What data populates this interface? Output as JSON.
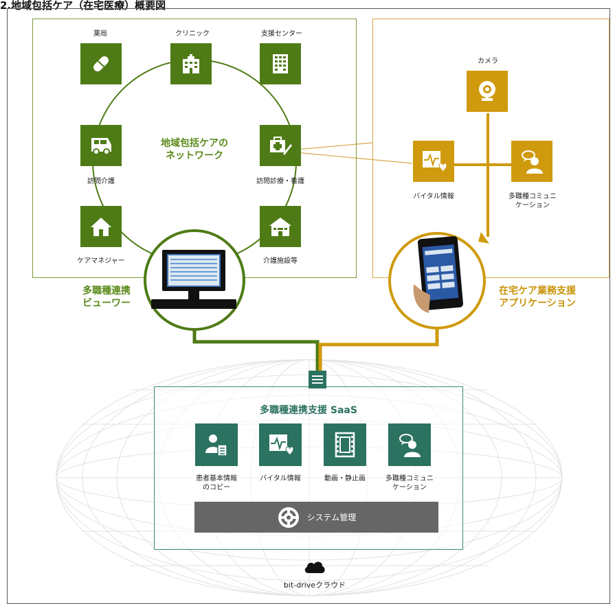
{
  "title": "2.地域包括ケア（在宅医療）概要図",
  "network": {
    "center_label_1": "地域包括ケアの",
    "center_label_2": "ネットワーク",
    "nodes": [
      {
        "label": "薬局",
        "icon": "pill-icon"
      },
      {
        "label": "クリニック",
        "icon": "hospital-icon"
      },
      {
        "label": "支援センター",
        "icon": "building-icon"
      },
      {
        "label": "訪問介護",
        "icon": "van-icon"
      },
      {
        "label": "訪問診療・看護",
        "icon": "medical-bag-icon"
      },
      {
        "label": "ケアマネジャー",
        "icon": "house-icon"
      },
      {
        "label": "介護施設等",
        "icon": "facility-icon"
      }
    ]
  },
  "app": {
    "camera_label": "カメラ",
    "vital_label": "バイタル情報",
    "comm_label_1": "多職種コミュニ",
    "comm_label_2": "ケーション"
  },
  "viewer": {
    "label_1": "多職種連携",
    "label_2": "ビューワー"
  },
  "home_app": {
    "label_1": "在宅ケア業務支援",
    "label_2": "アプリケーション"
  },
  "saas": {
    "title": "多職種連携支援 SaaS",
    "items": [
      {
        "label_1": "患者基本情報",
        "label_2": "のコピー",
        "icon": "patient-document-icon"
      },
      {
        "label_1": "バイタル情報",
        "label_2": "",
        "icon": "vital-heart-icon"
      },
      {
        "label_1": "動画・静止画",
        "label_2": "",
        "icon": "film-icon"
      },
      {
        "label_1": "多職種コミュニ",
        "label_2": "ケーション",
        "icon": "communication-icon"
      }
    ],
    "system_label": "システム管理"
  },
  "cloud_label": "bit-driveクラウド",
  "colors": {
    "green": "#4e7b16",
    "gold": "#cf9a0d",
    "teal": "#2b7260",
    "gray": "#666666"
  }
}
